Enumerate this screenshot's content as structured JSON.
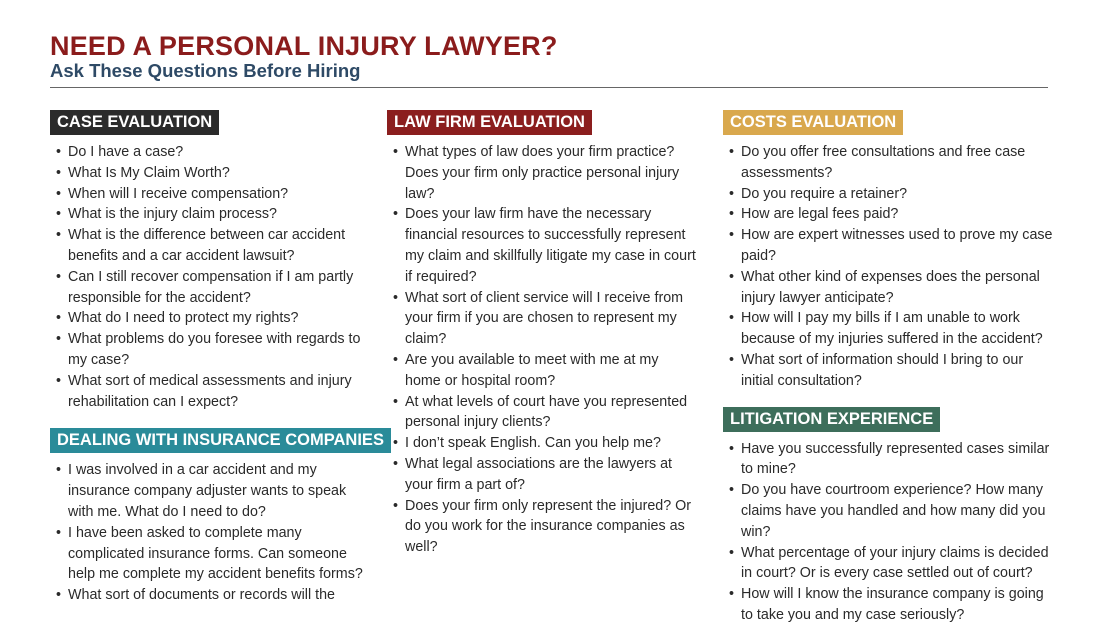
{
  "header": {
    "title": "NEED A PERSONAL INJURY LAWYER?",
    "subtitle": "Ask These Questions Before Hiring"
  },
  "colors": {
    "title": "#8b1c1c",
    "subtitle": "#2e4a66",
    "case_evaluation": "#2b2b2b",
    "law_firm_evaluation": "#8b1e1e",
    "costs_evaluation": "#d9a84d",
    "litigation_experience": "#3d6e5b",
    "insurance_companies": "#2a8b99"
  },
  "case_evaluation": {
    "heading": "CASE EVALUATION",
    "items": [
      "Do I have a case?",
      "What Is My Claim Worth?",
      "When will I receive compensation?",
      "What is the injury claim process?",
      "What is the difference between car accident benefits and a car accident lawsuit?",
      "Can I still recover compensation if I am partly responsible for the accident?",
      "What do I need to protect my rights?",
      "What problems do you foresee with regards to my case?",
      "What sort of medical assessments and injury rehabilitation can I expect?"
    ]
  },
  "insurance_companies": {
    "heading": "DEALING WITH INSURANCE COMPANIES",
    "items": [
      "I was involved in a car accident and my insurance company adjuster wants to speak with me. What do I need to do?",
      "I have been asked to complete many complicated insurance forms. Can someone help me complete my accident benefits forms?",
      "What sort of documents or records will the"
    ]
  },
  "law_firm_evaluation": {
    "heading": "LAW FIRM EVALUATION",
    "items": [
      "What types of law does your firm practice? Does your firm only practice personal injury law?",
      "Does your law firm have the necessary financial resources to successfully represent my claim and skillfully litigate my case in court if required?",
      "What sort of client service will I receive from your firm if you are chosen to represent my claim?",
      "Are you available to meet with me at my home or hospital room?",
      "At what levels of court have you represented personal injury clients?",
      "I don’t speak English. Can you help me?",
      "What legal associations are the lawyers at your firm a part of?",
      "Does your firm only represent the injured? Or do you work for the insurance companies as well?"
    ]
  },
  "costs_evaluation": {
    "heading": "COSTS EVALUATION",
    "items": [
      "Do you offer free consultations and free case assessments?",
      "Do you require a retainer?",
      "How are legal fees paid?",
      "How are expert witnesses used to prove my case paid?",
      "What other kind of expenses does the personal injury lawyer anticipate?",
      "How will I pay my bills if I am unable to work because of my injuries suffered in the accident?",
      "What sort of information should I bring to our initial consultation?"
    ]
  },
  "litigation_experience": {
    "heading": "LITIGATION EXPERIENCE",
    "items": [
      "Have you successfully represented cases similar to mine?",
      "Do you have courtroom experience? How many claims have you handled and how many did you win?",
      "What percentage of your injury claims is decided in court? Or is every case settled out of court?",
      "How will I know the insurance company is going to take you and my case seriously?"
    ]
  }
}
